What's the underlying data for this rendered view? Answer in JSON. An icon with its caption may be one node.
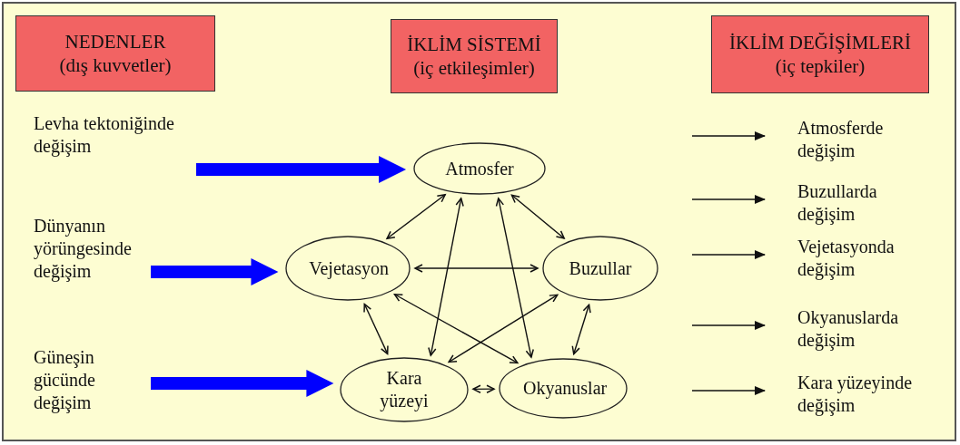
{
  "diagram": {
    "nodes": [
      {
        "text": [
          "NEDENLER",
          "(dış kuvvetler)"
        ]
      },
      {
        "text": [
          "İKLİM SİSTEMİ",
          "(iç etkileşimler)"
        ]
      },
      {
        "text": [
          "İKLİM DEĞİŞİMLERİ",
          "(iç tepkiler)"
        ]
      },
      {
        "text": [
          "Levha tektoniğinde değişim"
        ]
      },
      {
        "text": [
          "Dünyanın yörüngesinde değişim"
        ]
      },
      {
        "text": [
          "Güneşin gücünde değişim"
        ]
      },
      {
        "text": [
          "Atmosfer"
        ]
      },
      {
        "text": [
          "Vejetasyon"
        ]
      },
      {
        "text": [
          "Buzullar"
        ]
      },
      {
        "text": [
          "Kara yüzeyi"
        ]
      },
      {
        "text": [
          "Okyanuslar"
        ]
      },
      {
        "text": [
          "Atmosferde değişim"
        ]
      },
      {
        "text": [
          "Buzullarda değişim"
        ]
      },
      {
        "text": [
          "Vejetasyonda değişim"
        ]
      },
      {
        "text": [
          "Okyanuslarda değişim"
        ]
      },
      {
        "text": [
          "Kara yüzeyinde değişim"
        ]
      }
    ],
    "edges": [
      {
        "from": 3,
        "to": 6,
        "arrow": "to",
        "style": "thick",
        "color": "#0000ff"
      },
      {
        "from": 4,
        "to": 7,
        "arrow": "to",
        "style": "thick",
        "color": "#0000ff"
      },
      {
        "from": 5,
        "to": 9,
        "arrow": "to",
        "style": "thick",
        "color": "#0000ff"
      },
      {
        "from": 6,
        "to": 7,
        "arrow": "both"
      },
      {
        "from": 6,
        "to": 8,
        "arrow": "both"
      },
      {
        "from": 6,
        "to": 9,
        "arrow": "both"
      },
      {
        "from": 6,
        "to": 10,
        "arrow": "both"
      },
      {
        "from": 7,
        "to": 8,
        "arrow": "both"
      },
      {
        "from": 7,
        "to": 9,
        "arrow": "both"
      },
      {
        "from": 7,
        "to": 10,
        "arrow": "both"
      },
      {
        "from": 8,
        "to": 9,
        "arrow": "both"
      },
      {
        "from": 8,
        "to": 10,
        "arrow": "both"
      },
      {
        "from": 9,
        "to": 10,
        "arrow": "both"
      },
      {
        "from": null,
        "to": 11,
        "arrow": "to"
      },
      {
        "from": null,
        "to": 12,
        "arrow": "to"
      },
      {
        "from": null,
        "to": 13,
        "arrow": "to"
      },
      {
        "from": null,
        "to": 14,
        "arrow": "to"
      },
      {
        "from": null,
        "to": 15,
        "arrow": "to"
      }
    ]
  }
}
